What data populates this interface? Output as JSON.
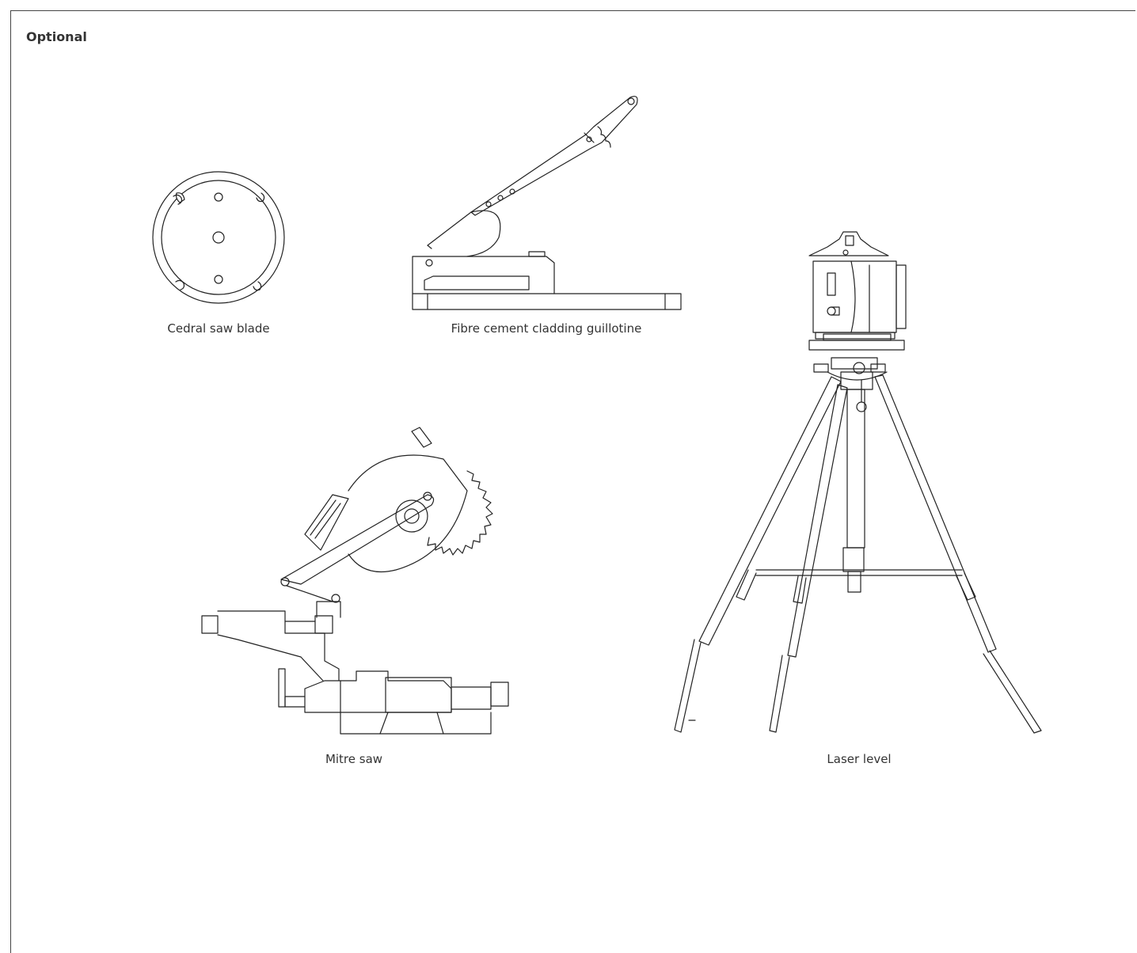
{
  "section": {
    "heading": "Optional"
  },
  "tools": [
    {
      "label": "Cedral saw blade",
      "icon": "saw-blade-icon"
    },
    {
      "label": "Fibre cement cladding guillotine",
      "icon": "guillotine-icon"
    },
    {
      "label": "Mitre saw",
      "icon": "mitre-saw-icon"
    },
    {
      "label": "Laser level",
      "icon": "laser-level-icon"
    }
  ],
  "colors": {
    "line": "#222222",
    "text": "#333333",
    "background": "#ffffff"
  }
}
